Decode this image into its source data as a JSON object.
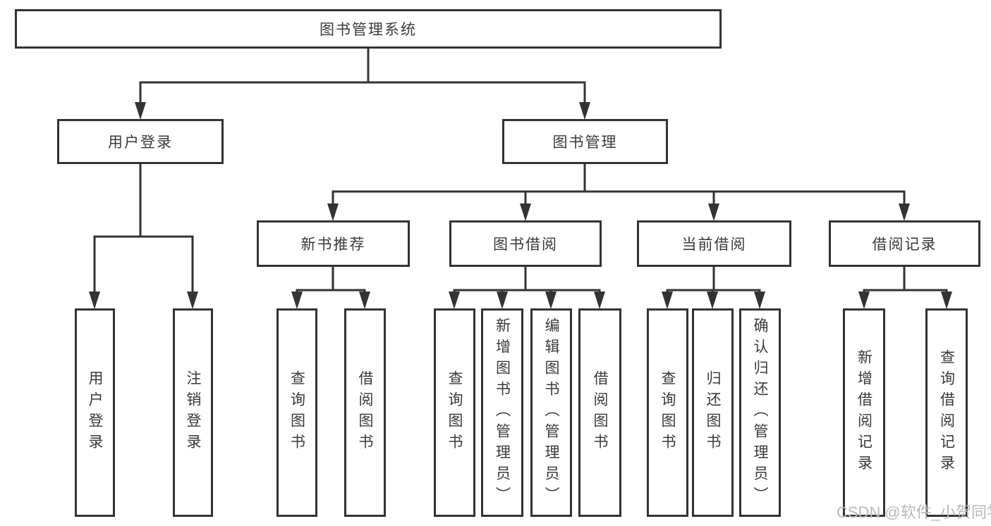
{
  "diagram": {
    "root": {
      "label": "图书管理系统"
    },
    "level2": {
      "user_login": {
        "label": "用户登录"
      },
      "book_mgmt": {
        "label": "图书管理"
      }
    },
    "level3": {
      "new_books": {
        "label": "新书推荐"
      },
      "book_borrow": {
        "label": "图书借阅"
      },
      "current_borrow": {
        "label": "当前借阅"
      },
      "borrow_records": {
        "label": "借阅记录"
      }
    },
    "leaves": {
      "user_login": [
        "用户登录",
        "注销登录"
      ],
      "new_books": [
        "查询图书",
        "借阅图书"
      ],
      "book_borrow": [
        "查询图书",
        "新增图书（管理员）",
        "编辑图书（管理员）",
        "借阅图书"
      ],
      "current_borrow": [
        "查询图书",
        "归还图书",
        "确认归还（管理员）"
      ],
      "borrow_records": [
        "新增借阅记录",
        "查询借阅记录"
      ]
    }
  },
  "watermark": {
    "text": "CSDN @软件_小贺同学"
  },
  "colors": {
    "line": "#333333",
    "text": "#3a3a3a",
    "box_border": "#333333",
    "background": "#ffffff",
    "watermark": "#b9b9b9"
  }
}
